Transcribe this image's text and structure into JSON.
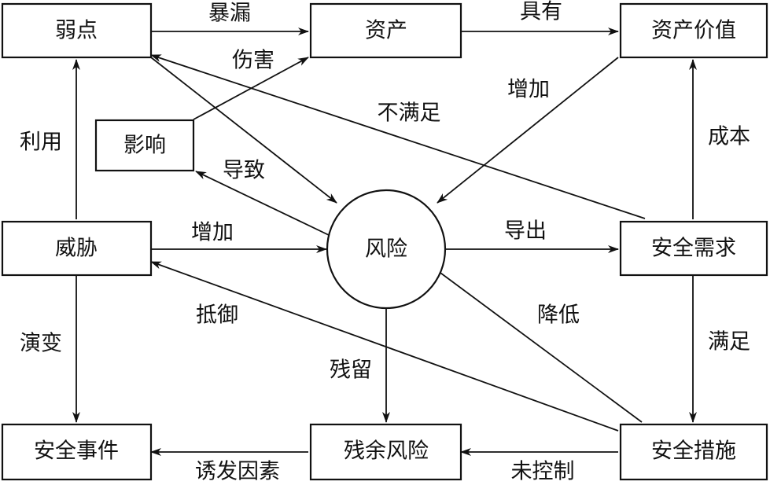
{
  "nodes": {
    "weakness": "弱点",
    "asset": "资产",
    "asset_value": "资产价值",
    "impact": "影响",
    "threat": "威胁",
    "risk": "风险",
    "security_requirement": "安全需求",
    "security_event": "安全事件",
    "residual_risk": "残余风险",
    "security_measure": "安全措施"
  },
  "edges": {
    "expose": "暴漏",
    "have": "具有",
    "harm": "伤害",
    "increase_value": "增加",
    "not_satisfy": "不满足",
    "exploit": "利用",
    "cost": "成本",
    "cause": "导致",
    "increase_risk": "增加",
    "derive": "导出",
    "resist": "抵御",
    "reduce": "降低",
    "evolve": "演变",
    "satisfy": "满足",
    "residual": "残留",
    "trigger_factor": "诱发因素",
    "uncontrolled": "未控制"
  }
}
